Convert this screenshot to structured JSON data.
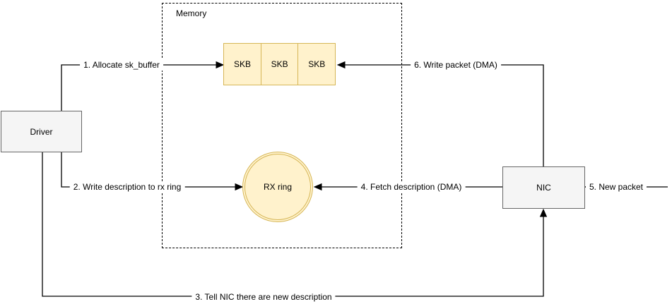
{
  "diagram": {
    "kind": "nic-rx-flow-diagram",
    "colors": {
      "node_yellow_fill": "#fff2cc",
      "node_yellow_stroke": "#d6b656",
      "node_gray_fill": "#f5f5f5",
      "node_gray_stroke": "#666666",
      "wire": "#000000",
      "text": "#000000",
      "background": "#ffffff"
    }
  },
  "nodes": {
    "memory": {
      "label": "Memory",
      "shape": "dashed-container"
    },
    "driver": {
      "label": "Driver",
      "shape": "rectangle"
    },
    "nic": {
      "label": "NIC",
      "shape": "rectangle"
    },
    "rx_ring": {
      "label": "RX ring",
      "shape": "double-circle"
    },
    "skb_items": [
      "SKB",
      "SKB",
      "SKB"
    ]
  },
  "edges": [
    {
      "label": "1. Allocate sk_buffer",
      "from": "Driver",
      "to": "SKB"
    },
    {
      "label": "2. Write description to rx ring",
      "from": "Driver",
      "to": "RX ring"
    },
    {
      "label": "3. Tell NIC there are new description",
      "from": "Driver",
      "to": "NIC"
    },
    {
      "label": "4. Fetch description (DMA)",
      "from": "NIC",
      "to": "RX ring"
    },
    {
      "label": "5. New packet",
      "from": "network",
      "to": "NIC"
    },
    {
      "label": "6. Write packet (DMA)",
      "from": "NIC",
      "to": "SKB"
    }
  ]
}
